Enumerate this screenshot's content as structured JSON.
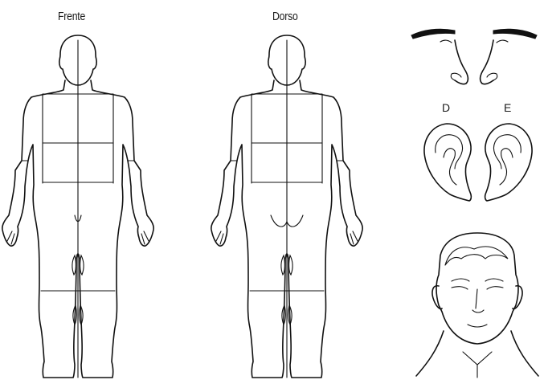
{
  "labels": {
    "front": "Frente",
    "back": "Dorso",
    "ear_right": "D",
    "ear_left": "E"
  }
}
